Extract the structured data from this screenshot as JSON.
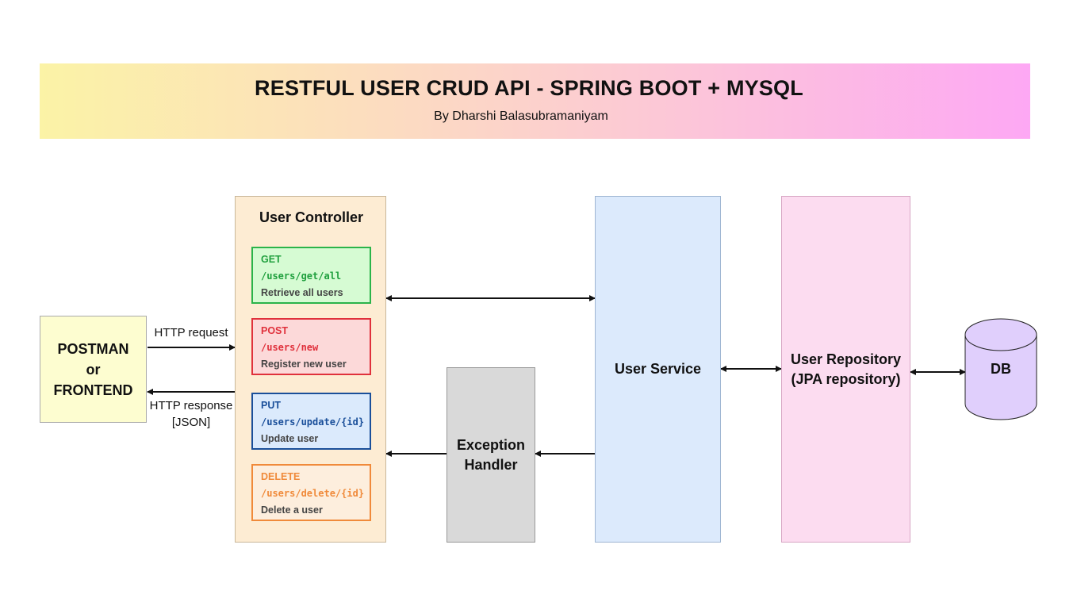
{
  "header": {
    "title": "RESTFUL USER CRUD API - SPRING BOOT + MYSQL",
    "subtitle": "By Dharshi Balasubramaniyam"
  },
  "client": {
    "line1": "POSTMAN",
    "line2": "or",
    "line3": "FRONTEND"
  },
  "connections": {
    "request_label": "HTTP request",
    "response_label_1": "HTTP response",
    "response_label_2": "[JSON]"
  },
  "controller": {
    "title": "User Controller",
    "endpoints": [
      {
        "method": "GET",
        "path": "/users/get/all",
        "description": "Retrieve all users",
        "color": "#2bb44a"
      },
      {
        "method": "POST",
        "path": "/users/new",
        "description": "Register new user",
        "color": "#e0313c"
      },
      {
        "method": "PUT",
        "path": "/users/update/{id}",
        "description": "Update user",
        "color": "#1a4f9a"
      },
      {
        "method": "DELETE",
        "path": "/users/delete/{id}",
        "description": "Delete a user",
        "color": "#f08a3a"
      }
    ]
  },
  "exception_handler": {
    "line1": "Exception",
    "line2": "Handler"
  },
  "service": {
    "label": "User Service"
  },
  "repository": {
    "line1": "User Repository",
    "line2": "(JPA repository)"
  },
  "database": {
    "label": "DB"
  }
}
